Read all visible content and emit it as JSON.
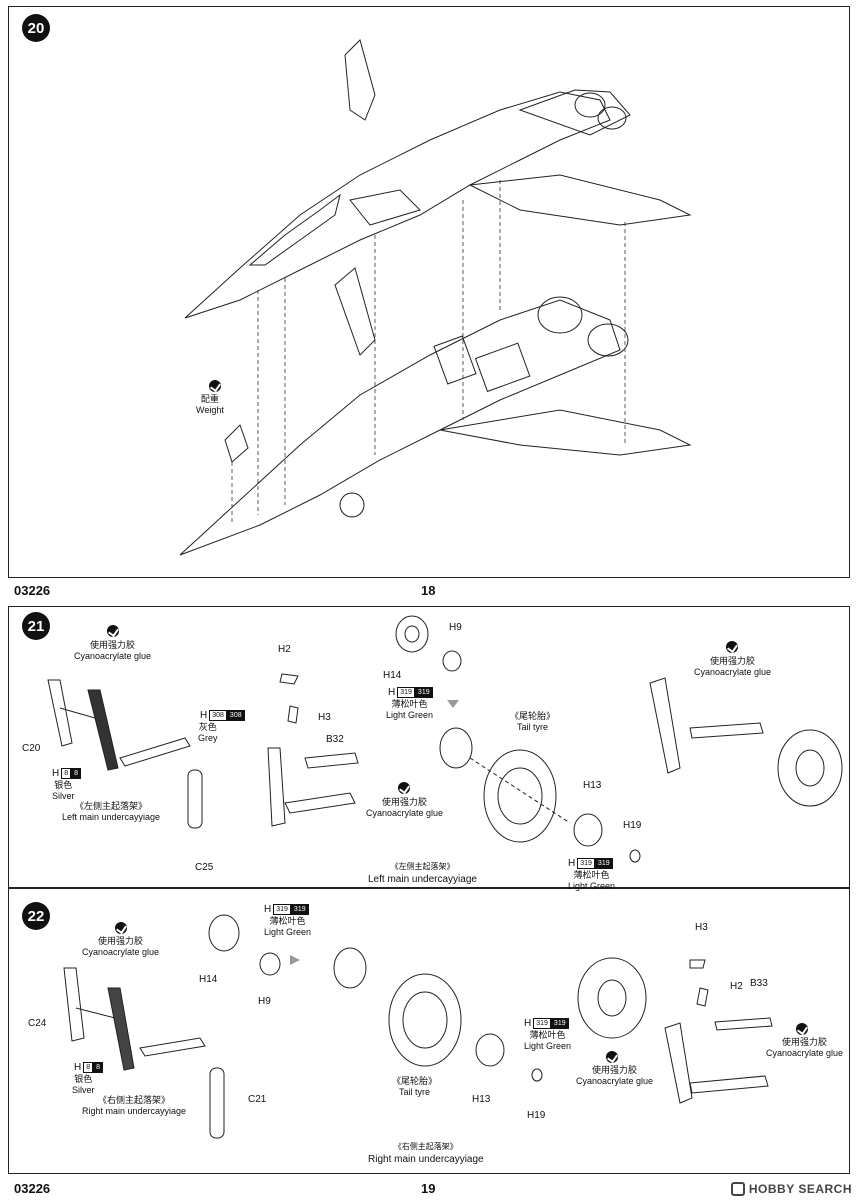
{
  "top_page": {
    "step": "20",
    "code": "03226",
    "page": "18",
    "weight_cn": "配重",
    "weight_en": "Weight"
  },
  "bottom_page": {
    "code": "03226",
    "page": "19",
    "step21": {
      "step": "21",
      "glue1_cn": "使用强力胶",
      "glue1_en": "Cyanoacrylate glue",
      "parts": [
        "C20",
        "C25",
        "H2",
        "H3",
        "B32",
        "H9",
        "H14",
        "H13",
        "H19"
      ],
      "paint_grey": {
        "h": "H",
        "code1": "308",
        "code2": "308",
        "cn": "灰色",
        "en": "Grey"
      },
      "paint_silver": {
        "h": "H",
        "code1": "8",
        "code2": "8",
        "cn": "银色",
        "en": "Silver"
      },
      "left_label_cn": "《左侧主起落架》",
      "left_label_en": "Left main undercayyiage",
      "glue2_cn": "使用强力胶",
      "glue2_en": "Cyanoacrylate glue",
      "paint_green_top": {
        "h": "H",
        "code1": "319",
        "code2": "319",
        "cn": "薄松叶色",
        "en": "Light Green"
      },
      "tail_cn": "《尾轮胎》",
      "tail_en": "Tail tyre",
      "paint_green_bottom": {
        "h": "H",
        "code1": "319",
        "code2": "319",
        "cn": "薄松叶色",
        "en": "Light Green"
      },
      "glue3_cn": "使用强力胶",
      "glue3_en": "Cyanoacrylate glue",
      "caption_cn": "《左侧主起落架》",
      "caption_en": "Left main undercayyiage"
    },
    "step22": {
      "step": "22",
      "glue1_cn": "使用强力胶",
      "glue1_en": "Cyanoacrylate glue",
      "parts": [
        "C24",
        "C21",
        "H14",
        "H9",
        "H13",
        "H19",
        "H3",
        "H2",
        "B33"
      ],
      "paint_silver": {
        "h": "H",
        "code1": "8",
        "code2": "8",
        "cn": "银色",
        "en": "Silver"
      },
      "right_label_cn": "《右侧主起落架》",
      "right_label_en": "Right main undercayyiage",
      "paint_green_top": {
        "h": "H",
        "code1": "319",
        "code2": "319",
        "cn": "薄松叶色",
        "en": "Light Green"
      },
      "tail_cn": "《尾轮胎》",
      "tail_en": "Tail tyre",
      "paint_green_mid": {
        "h": "H",
        "code1": "319",
        "code2": "319",
        "cn": "薄松叶色",
        "en": "Light Green"
      },
      "glue2_cn": "使用强力胶",
      "glue2_en": "Cyanoacrylate glue",
      "glue3_cn": "使用强力胶",
      "glue3_en": "Cyanoacrylate glue",
      "caption_cn": "《右侧主起落架》",
      "caption_en": "Right main undercayyiage"
    }
  },
  "watermark": "HOBBY SEARCH"
}
